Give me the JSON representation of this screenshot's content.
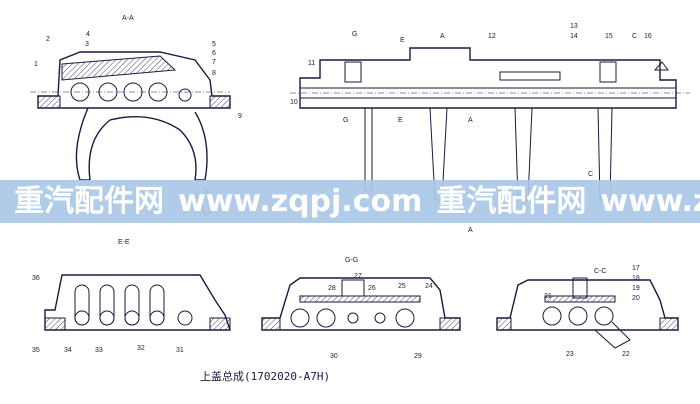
{
  "drawing": {
    "caption": "上盖总成(1702020-A7H)",
    "views": {
      "aa": {
        "title": "A-A",
        "callouts": [
          "1",
          "2",
          "3",
          "4",
          "5",
          "6",
          "7",
          "8",
          "9"
        ]
      },
      "top": {
        "callouts": [
          "10",
          "11",
          "G",
          "E",
          "A",
          "12",
          "13",
          "14",
          "15",
          "C",
          "16"
        ],
        "section_marks": [
          "G",
          "E",
          "A",
          "C",
          "A"
        ]
      },
      "ee": {
        "title": "E-E",
        "callouts": [
          "36",
          "35",
          "34",
          "33",
          "32",
          "31"
        ]
      },
      "gg": {
        "title": "G-G",
        "callouts": [
          "28",
          "27",
          "26",
          "25",
          "24",
          "30",
          "29"
        ]
      },
      "cc": {
        "title": "C-C",
        "callouts": [
          "17",
          "18",
          "19",
          "20",
          "21",
          "23",
          "22"
        ]
      }
    }
  },
  "watermark": {
    "text1": "重汽配件网",
    "text2": "www.zqpj.com",
    "text3": "重汽配件网",
    "text4": "www.zqpj.com",
    "color": "#a9c8e6"
  }
}
